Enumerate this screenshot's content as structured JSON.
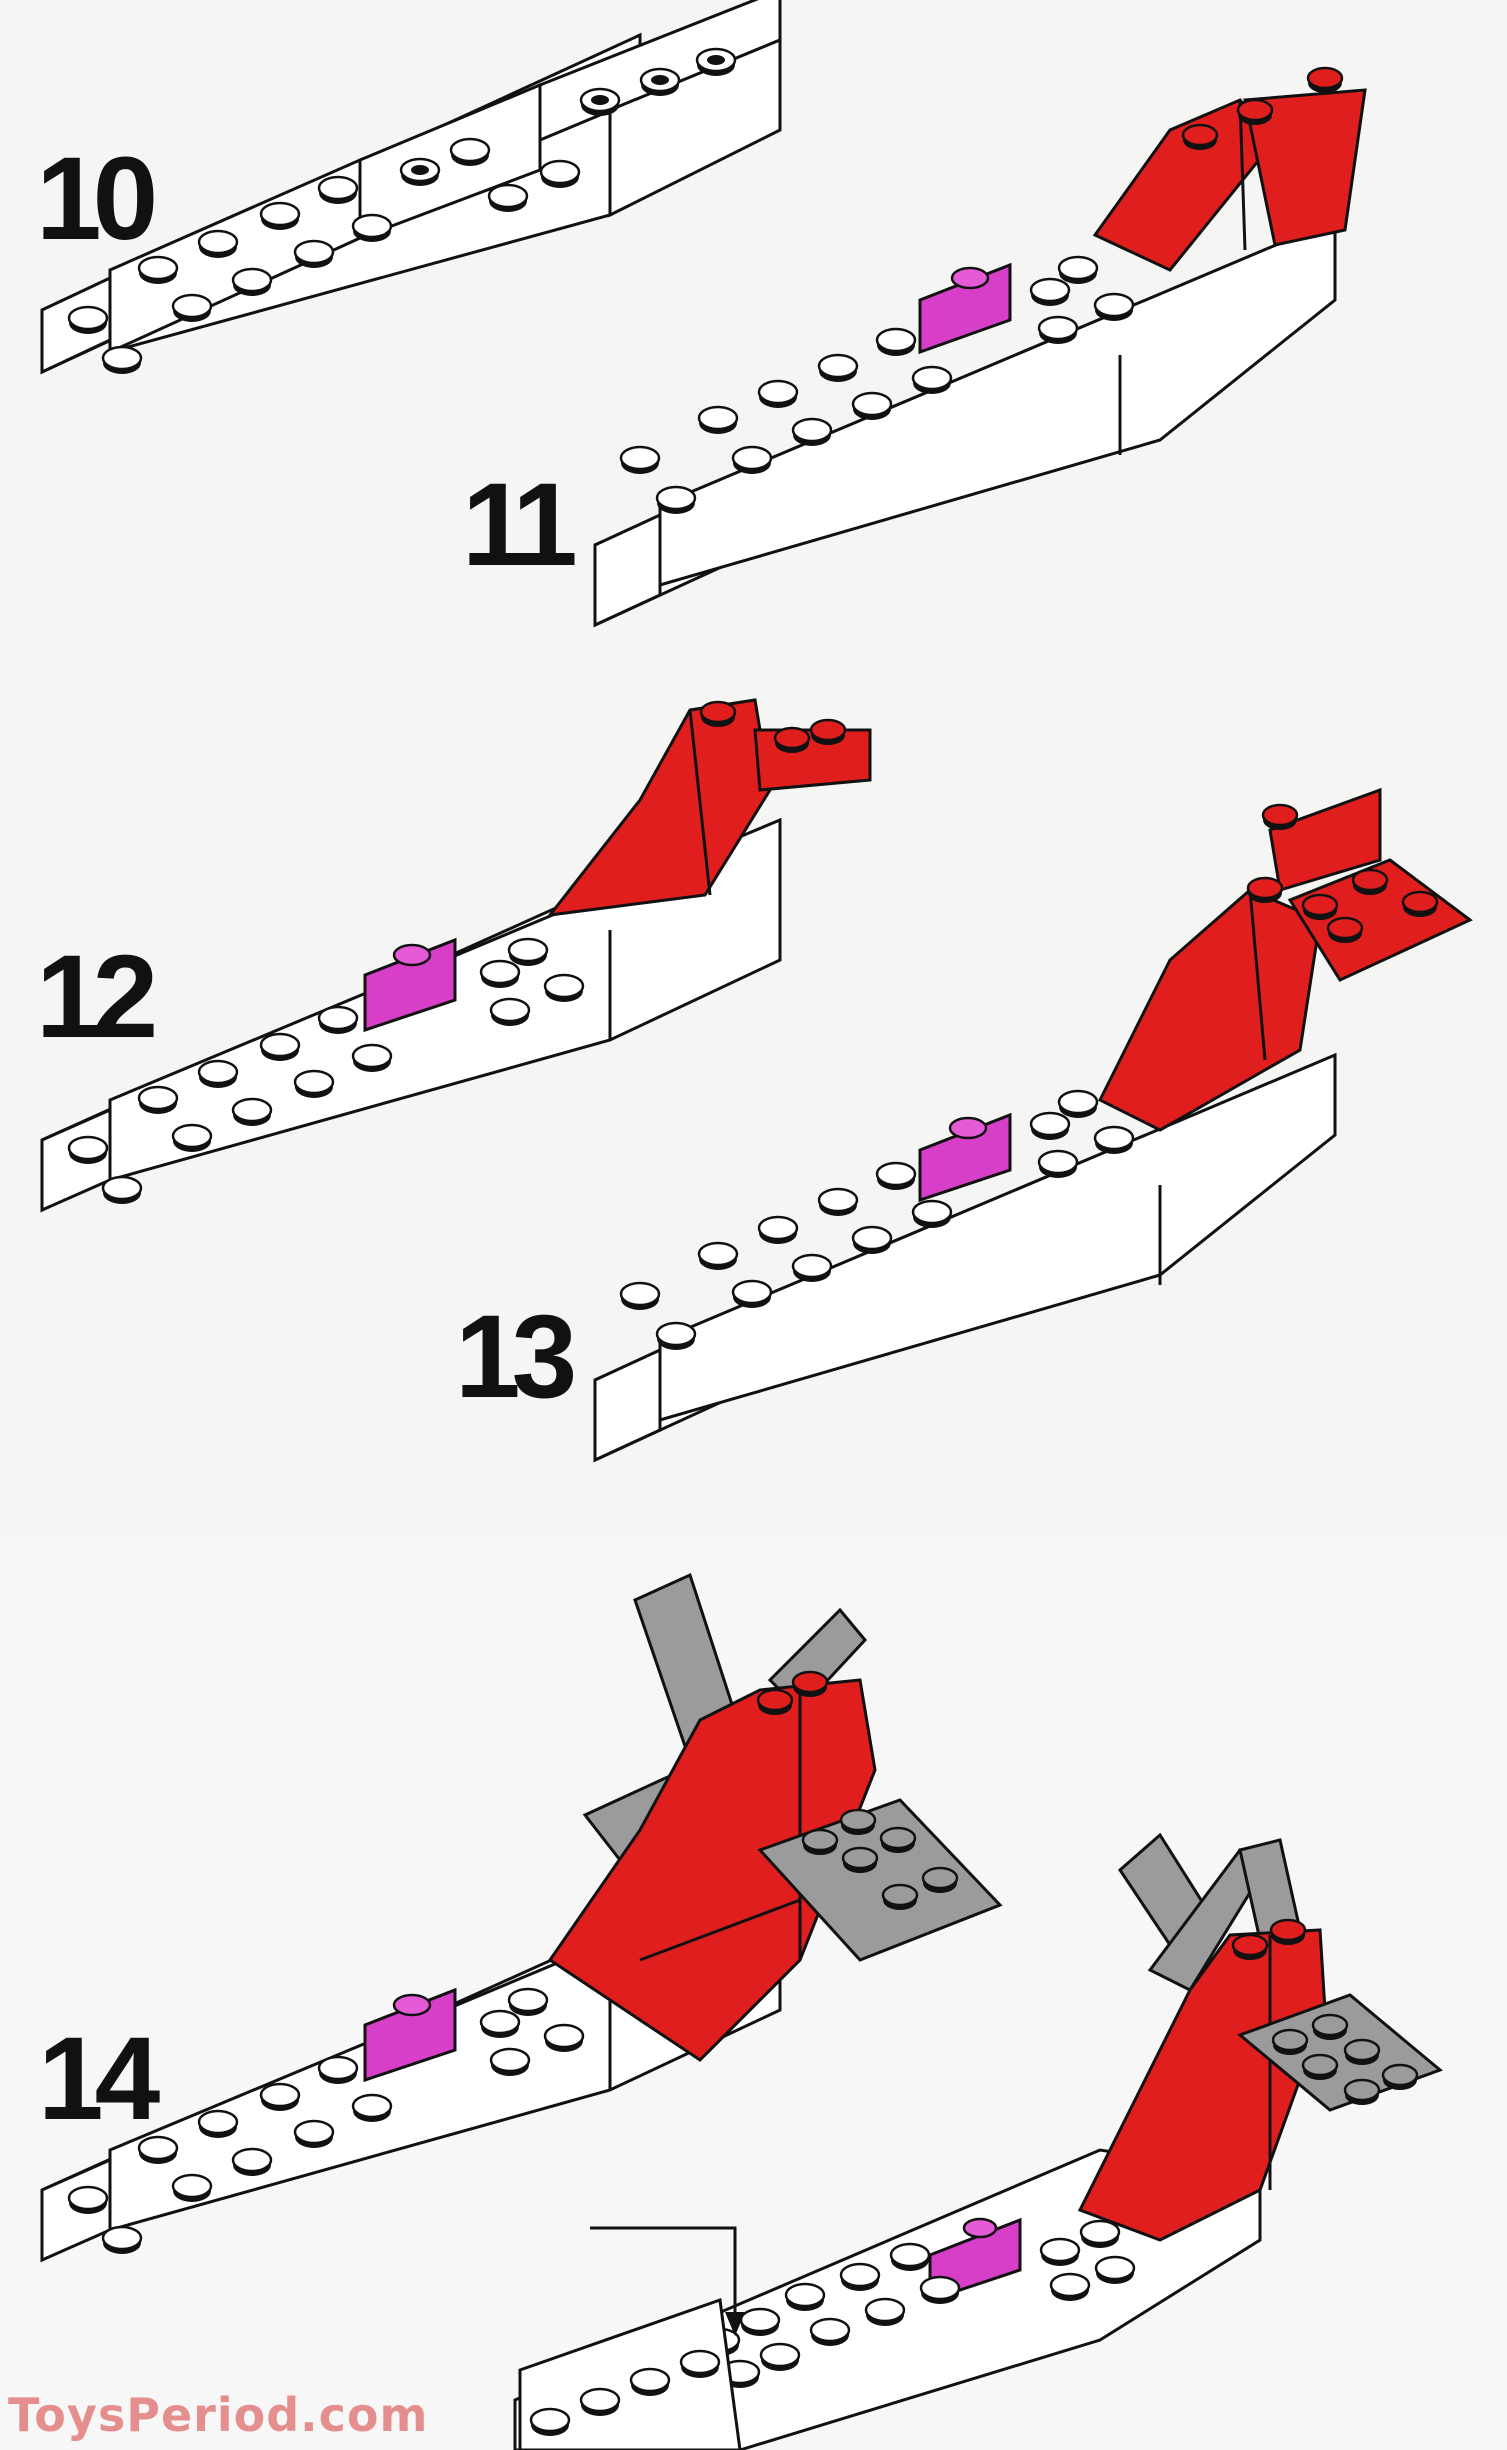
{
  "steps": [
    {
      "number": "10"
    },
    {
      "number": "11"
    },
    {
      "number": "12"
    },
    {
      "number": "13"
    },
    {
      "number": "14"
    }
  ],
  "watermark": "ToysPeriod.com",
  "colors": {
    "brick_white": "#ffffff",
    "brick_red": "#e01e1e",
    "brick_red_dark": "#b71414",
    "brick_pink": "#e45ad7",
    "brick_gray": "#9b9b9b",
    "outline": "#111111"
  }
}
